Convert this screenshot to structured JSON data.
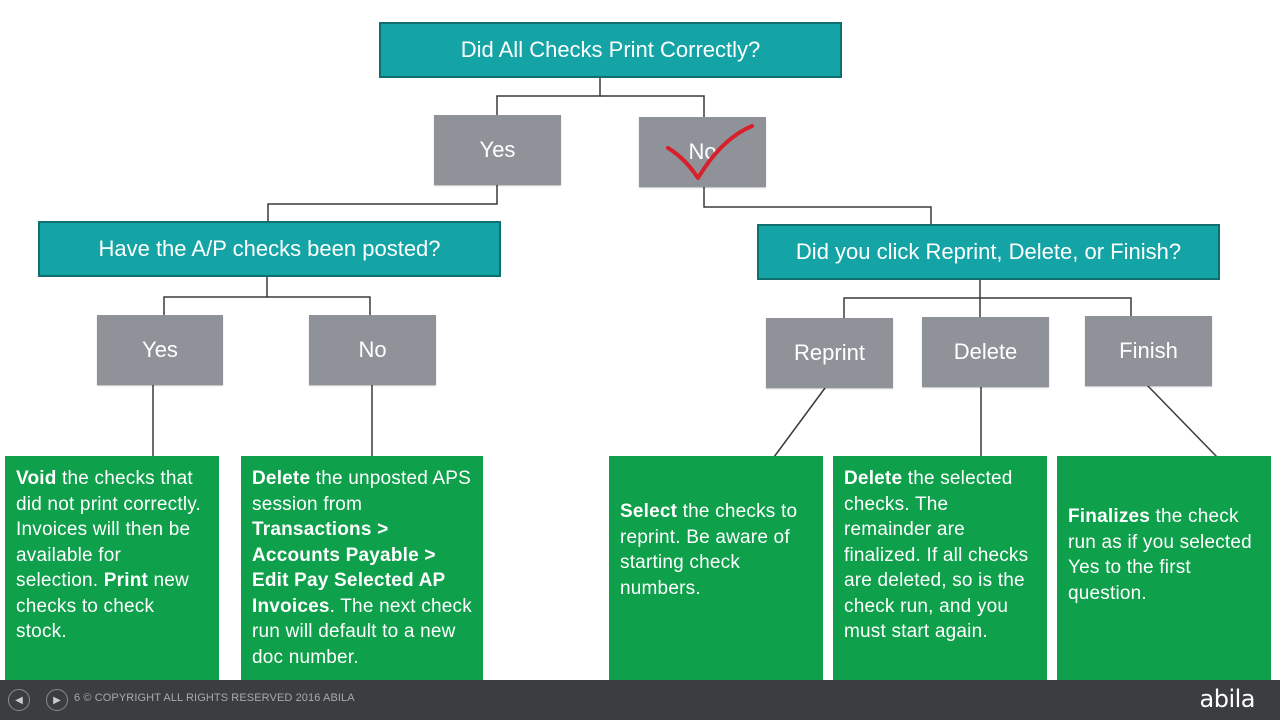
{
  "questions": {
    "q1": "Did All Checks Print Correctly?",
    "q2": "Have the A/P checks been posted?",
    "q3": "Did you click Reprint, Delete, or Finish?"
  },
  "options": {
    "top_yes": "Yes",
    "top_no": "No",
    "posted_yes": "Yes",
    "posted_no": "No",
    "reprint": "Reprint",
    "delete": "Delete",
    "finish": "Finish"
  },
  "results": {
    "void": {
      "bold1": "Void",
      "text1": " the checks that did not print correctly. Invoices will then be available for selection. ",
      "bold2": "Print",
      "text2": " new checks to check stock."
    },
    "delete_session": {
      "bold1": "Delete",
      "text1": " the unposted APS session from ",
      "bold2": "Transactions > Accounts Payable > Edit Pay Selected AP Invoices",
      "text2": ". The next check run will default to a new doc number."
    },
    "select": {
      "bold1": "Select",
      "text1": " the checks to reprint. Be aware of starting check numbers."
    },
    "delete_checks": {
      "bold1": "Delete",
      "text1": " the selected checks. The remainder are finalized. If all checks are deleted, so is the check run, and you must start again."
    },
    "finalize": {
      "bold1": "Finalizes",
      "text1": " the check run as if you selected Yes to the first question."
    }
  },
  "annotation": {
    "check_mark_on": "top_no",
    "check_color": "#d8202a"
  },
  "footer": {
    "slide_text": "6 © COPYRIGHT ALL RIGHTS RESERVED 2016 ABILA",
    "logo": "abila",
    "prev_icon": "◀",
    "next_icon": "▶"
  },
  "colors": {
    "question_bg": "#14a4a6",
    "option_bg": "#8f9399",
    "result_bg": "#0ea04b",
    "connector": "#3a3a3a",
    "footer_bg": "#3b3d40"
  }
}
